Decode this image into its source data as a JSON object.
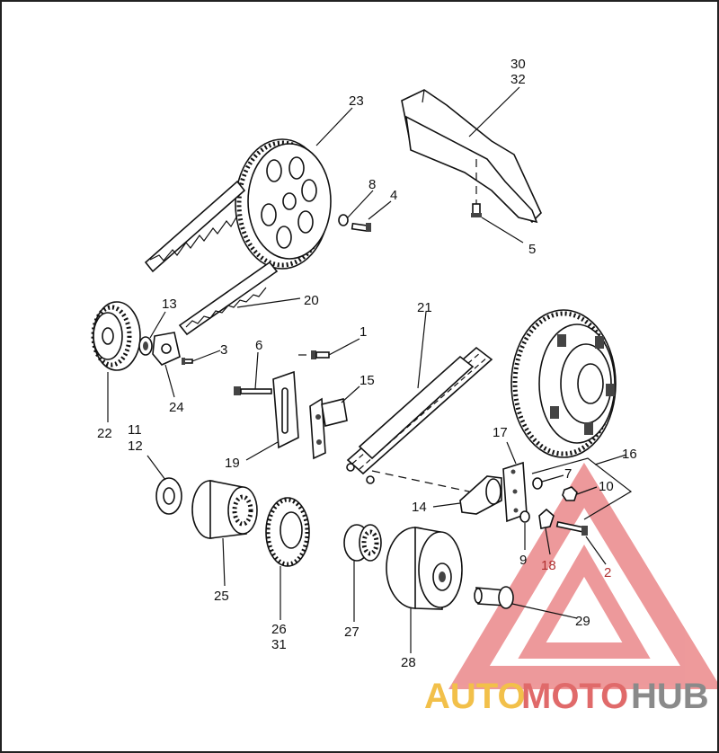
{
  "diagram": {
    "callouts": {
      "c1": "1",
      "c2": "2",
      "c3": "3",
      "c4": "4",
      "c5": "5",
      "c6": "6",
      "c7": "7",
      "c8": "8",
      "c9": "9",
      "c10": "10",
      "c11": "11",
      "c12": "12",
      "c13": "13",
      "c14": "14",
      "c15": "15",
      "c16": "16",
      "c17": "17",
      "c18": "18",
      "c19": "19",
      "c20": "20",
      "c21": "21",
      "c22": "22",
      "c23": "23",
      "c24": "24",
      "c25": "25",
      "c26": "26",
      "c27": "27",
      "c28": "28",
      "c29": "29",
      "c30": "30",
      "c31": "31",
      "c32": "32"
    }
  },
  "watermark": {
    "part1": "AUTO",
    "part2": "MOTO",
    "part3": "HUB",
    "colors": {
      "auto": "#f2c04a",
      "moto": "#e06a6a",
      "hub": "#8a8a8a",
      "triangle": "#e8787a"
    }
  }
}
